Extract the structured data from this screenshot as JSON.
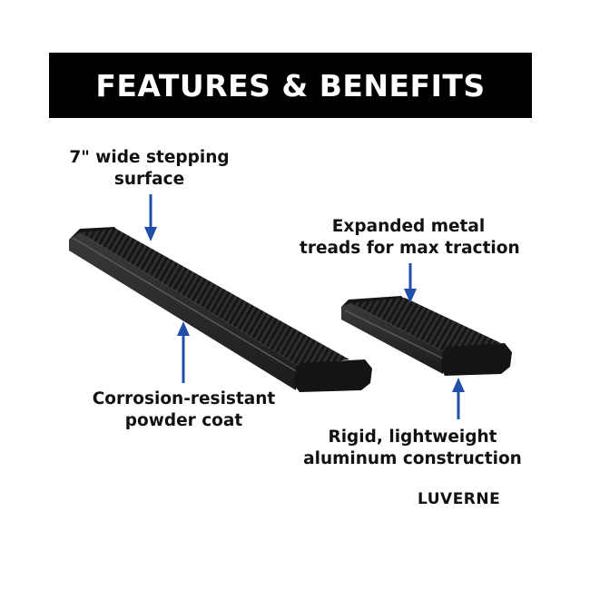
{
  "banner": {
    "title": "FEATURES & BENEFITS"
  },
  "callouts": {
    "stepping_surface": {
      "line1": "7\" wide stepping",
      "line2": "surface"
    },
    "expanded_metal": {
      "line1": "Expanded metal",
      "line2": "treads for max traction"
    },
    "powder_coat": {
      "line1": "Corrosion-resistant",
      "line2": "powder coat"
    },
    "aluminum": {
      "line1": "Rigid, lightweight",
      "line2": "aluminum construction"
    }
  },
  "brand": {
    "name": "LUVERNE"
  },
  "colors": {
    "banner_bg": "#000000",
    "banner_text": "#ffffff",
    "arrow": "#1f4fa8",
    "board": "#2a2a2a"
  }
}
